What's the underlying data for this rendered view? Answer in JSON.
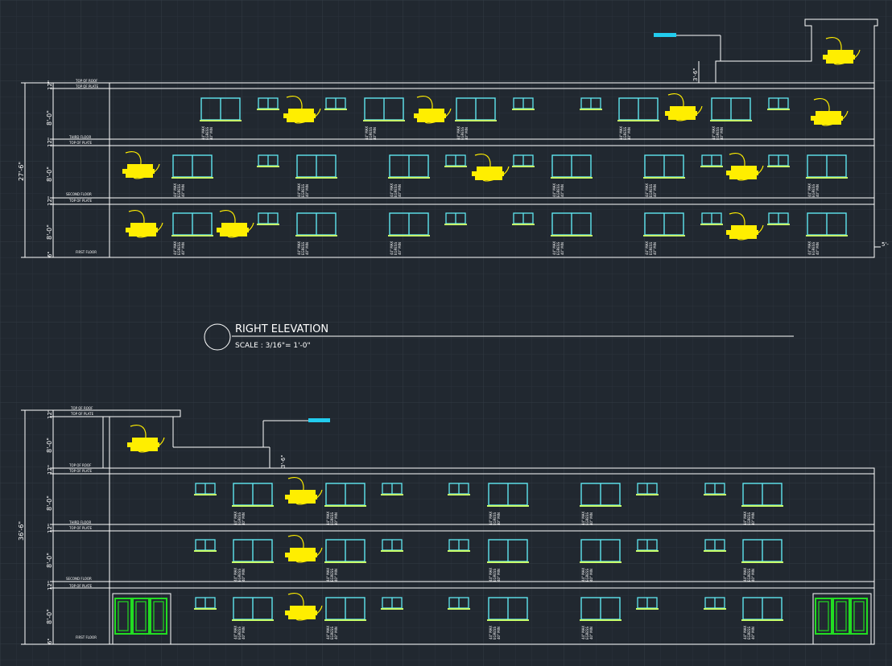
{
  "colors": {
    "background": "#212830",
    "grid_minor": "#2a323b",
    "grid_major": "#323b45",
    "line": "#ffffff",
    "window": "#5fe6f0",
    "sill": "#c8ff6a",
    "tree": "#ffee00",
    "door": "#22dd22",
    "marker": "#22ccee"
  },
  "title": {
    "name": "RIGHT ELEVATION",
    "scale": "SCALE : 3/16\"= 1'-0\""
  },
  "levels": {
    "top_of_roof": "TOP OF ROOF",
    "top_of_plate": "TOP OF PLATE",
    "third_floor": "THIRD FLOOR",
    "second_floor": "SECOND FLOOR",
    "first_floor": "FIRST FLOOR"
  },
  "dims": {
    "plate": "12\"",
    "floor": "8'-0\"",
    "base": "6\"",
    "parapet": "3'-6\"",
    "total_top": "27'-6\"",
    "total_bottom": "36'-6\"",
    "side": "5'-"
  },
  "window_tags": [
    "44\" MAX",
    "EGRESS",
    "40\" MIN"
  ]
}
